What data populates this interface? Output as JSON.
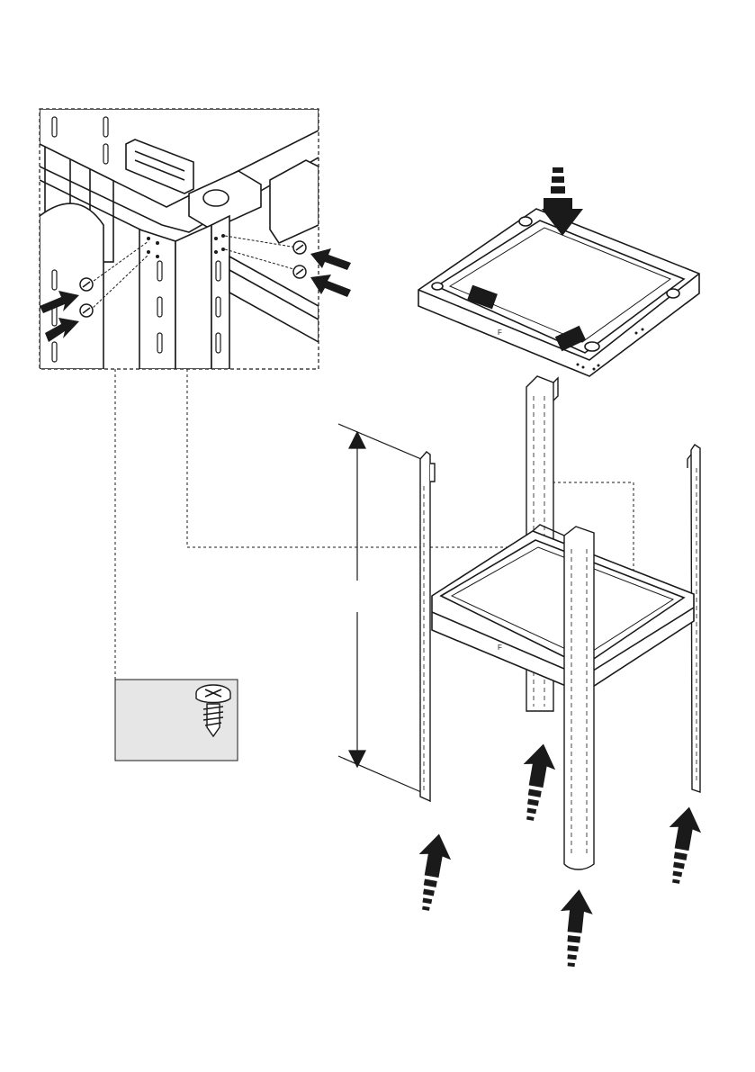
{
  "diagram": {
    "kind": "assembly-instruction",
    "step_marks": {
      "frame_mark_top": "F",
      "frame_mark_bottom": "F"
    },
    "hardware_callout": {
      "part": "screw-icon",
      "background_color": "#e6e6e6"
    },
    "colors": {
      "line": "#1a1a1a",
      "arrow_fill": "#1a1a1a",
      "panel_bg": "#e6e6e6",
      "page_bg": "#ffffff"
    }
  }
}
